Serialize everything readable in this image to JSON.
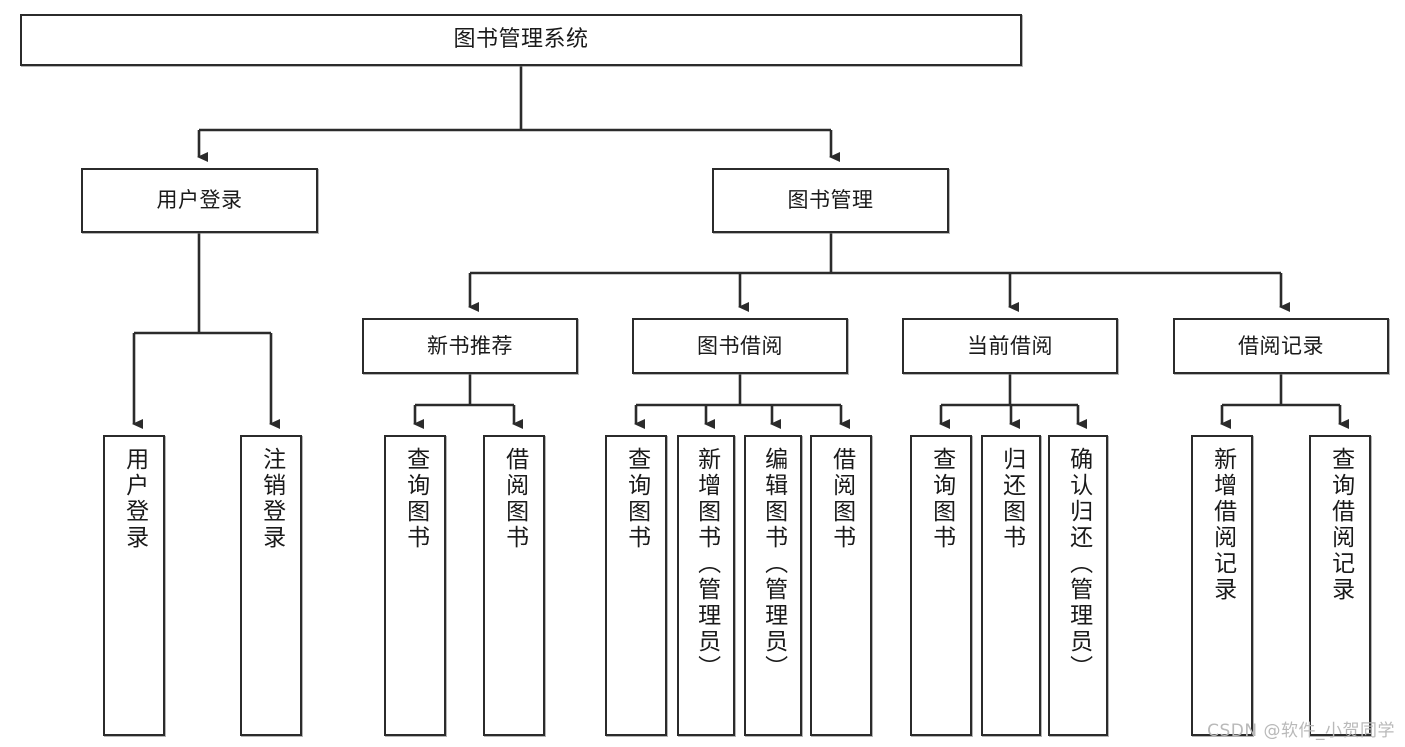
{
  "diagram": {
    "type": "tree",
    "title": "图书管理系统",
    "orientation": "top-down",
    "colors": {
      "box_border": "#2b2b2b",
      "box_fill": "#ffffff",
      "connector": "#2b2b2b",
      "text": "#1a1a1a",
      "watermark": "#b9b9b9"
    },
    "nodes": {
      "root": {
        "label": "图书管理系统",
        "level": 1,
        "orientation": "horizontal"
      },
      "l2": [
        {
          "id": "user-login",
          "label": "用户登录",
          "level": 2,
          "orientation": "horizontal"
        },
        {
          "id": "book-manage",
          "label": "图书管理",
          "level": 2,
          "orientation": "horizontal"
        }
      ],
      "l3": [
        {
          "id": "new-book-rec",
          "label": "新书推荐",
          "level": 3,
          "orientation": "horizontal"
        },
        {
          "id": "book-borrow",
          "label": "图书借阅",
          "level": 3,
          "orientation": "horizontal"
        },
        {
          "id": "current-borrow",
          "label": "当前借阅",
          "level": 3,
          "orientation": "horizontal"
        },
        {
          "id": "borrow-record",
          "label": "借阅记录",
          "level": 3,
          "orientation": "horizontal"
        }
      ],
      "leaves": [
        {
          "id": "leaf-user-login",
          "label": "用户登录",
          "parent": "user-login",
          "orientation": "vertical"
        },
        {
          "id": "leaf-user-logout",
          "label": "注销登录",
          "parent": "user-login",
          "orientation": "vertical"
        },
        {
          "id": "leaf-query-book-1",
          "label": "查询图书",
          "parent": "new-book-rec",
          "orientation": "vertical"
        },
        {
          "id": "leaf-borrow-book-1",
          "label": "借阅图书",
          "parent": "new-book-rec",
          "orientation": "vertical"
        },
        {
          "id": "leaf-query-book-2",
          "label": "查询图书",
          "parent": "book-borrow",
          "orientation": "vertical"
        },
        {
          "id": "leaf-add-book",
          "label": "新增图书（管理员）",
          "parent": "book-borrow",
          "orientation": "vertical"
        },
        {
          "id": "leaf-edit-book",
          "label": "编辑图书（管理员）",
          "parent": "book-borrow",
          "orientation": "vertical"
        },
        {
          "id": "leaf-borrow-book-2",
          "label": "借阅图书",
          "parent": "book-borrow",
          "orientation": "vertical"
        },
        {
          "id": "leaf-query-book-3",
          "label": "查询图书",
          "parent": "current-borrow",
          "orientation": "vertical"
        },
        {
          "id": "leaf-return-book",
          "label": "归还图书",
          "parent": "current-borrow",
          "orientation": "vertical"
        },
        {
          "id": "leaf-confirm-return",
          "label": "确认归还（管理员）",
          "parent": "current-borrow",
          "orientation": "vertical"
        },
        {
          "id": "leaf-add-record",
          "label": "新增借阅记录",
          "parent": "borrow-record",
          "orientation": "vertical"
        },
        {
          "id": "leaf-query-record",
          "label": "查询借阅记录",
          "parent": "borrow-record",
          "orientation": "vertical"
        }
      ]
    }
  },
  "watermark": {
    "text": "CSDN @软件_小贺同学"
  }
}
